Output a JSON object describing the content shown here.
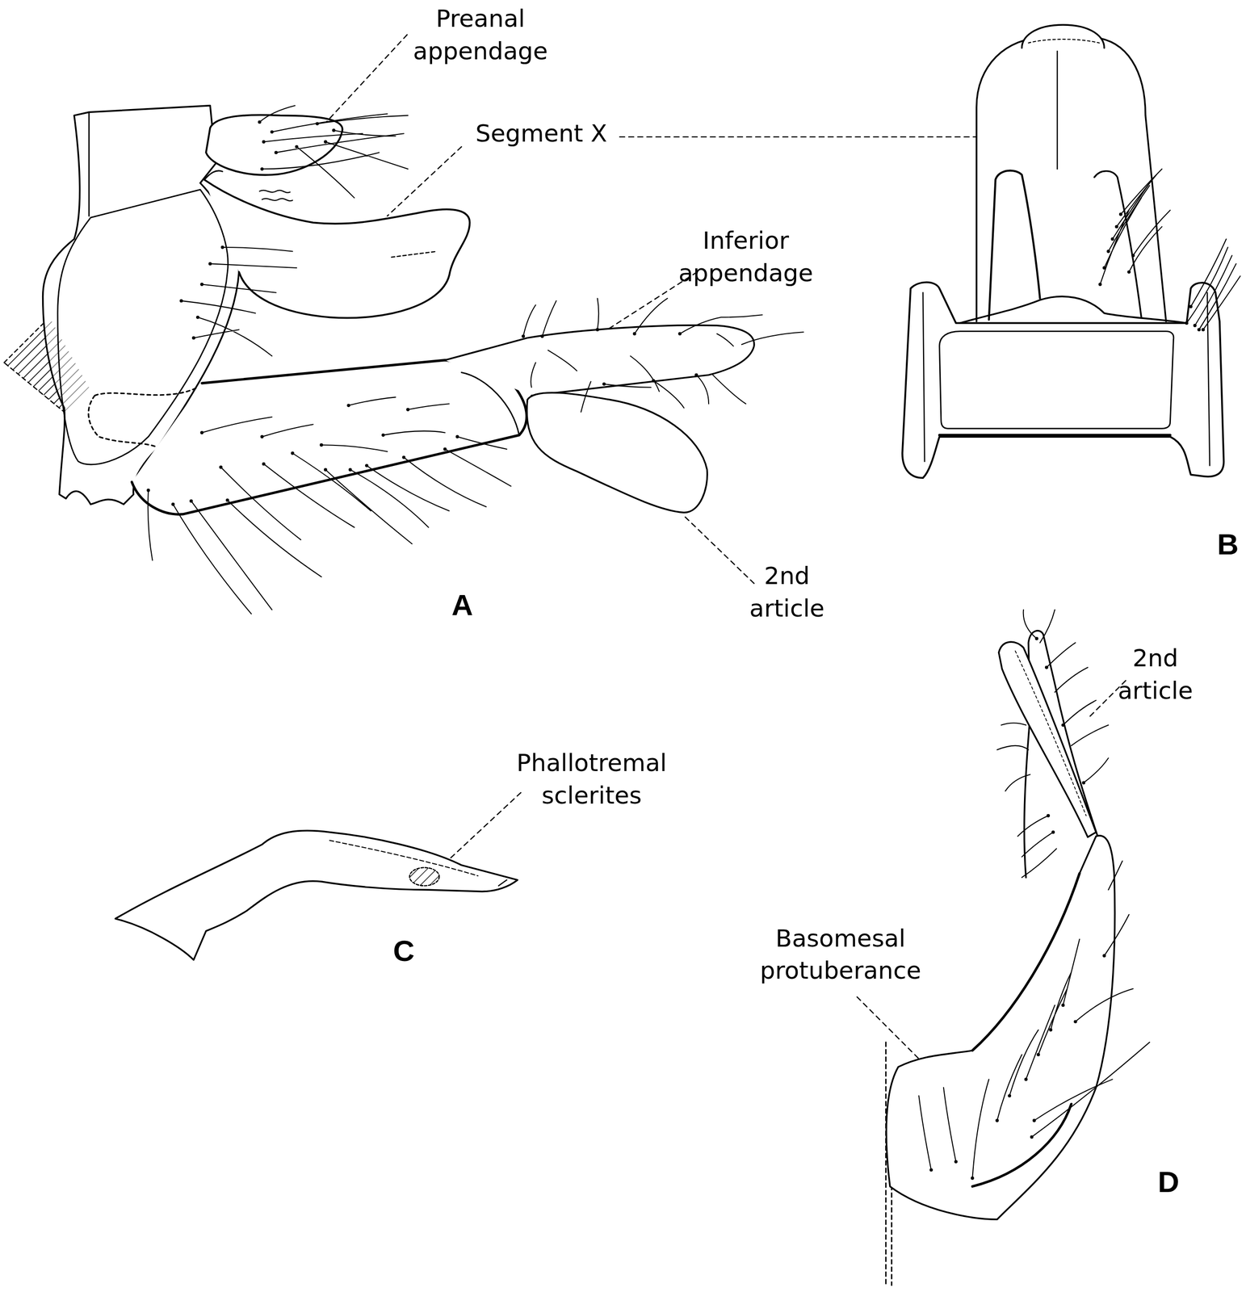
{
  "diagram": {
    "labels": [
      "Preanal appendage",
      "Segment X",
      "Inferior appendage",
      "2nd article",
      "A",
      "B",
      "2nd article",
      "Phallotremal sclerites",
      "C",
      "Basomesal protuberance",
      "D"
    ]
  }
}
